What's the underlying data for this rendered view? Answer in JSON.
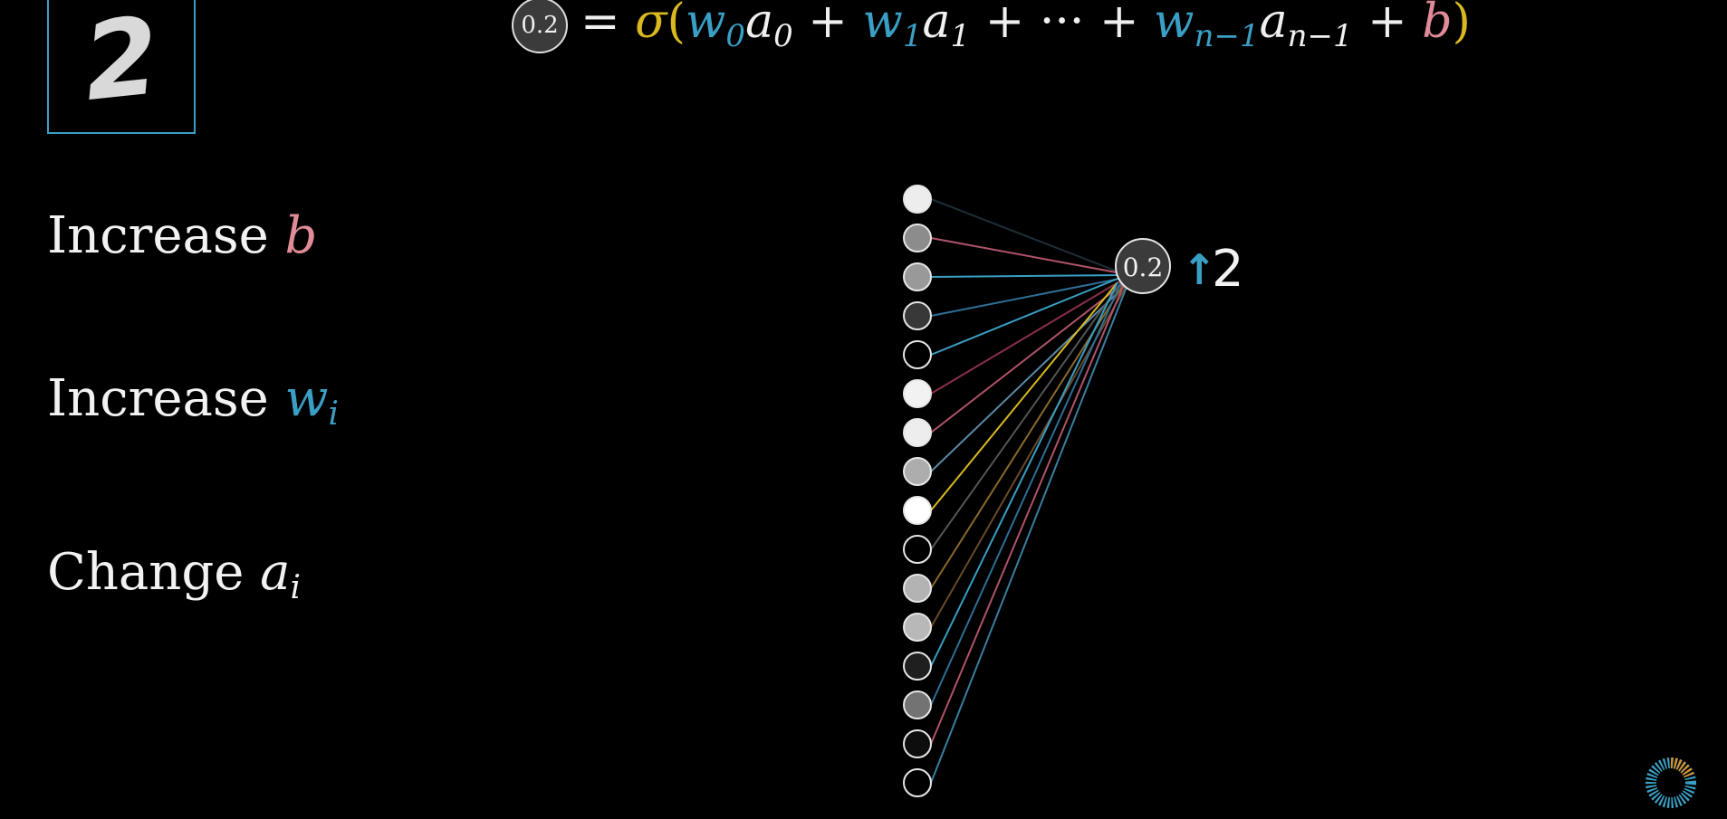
{
  "digit": {
    "label": "2"
  },
  "equation": {
    "node_value": "0.2",
    "equals": "=",
    "sigma": "σ",
    "open_paren": "(",
    "close_paren": ")",
    "w0": "w",
    "w0_sub": "0",
    "a0": "a",
    "a0_sub": "0",
    "plus1": "+",
    "w1": "w",
    "w1_sub": "1",
    "a1": "a",
    "a1_sub": "1",
    "plus2": "+",
    "dots": "···",
    "plus3": "+",
    "wn": "w",
    "wn_sub": "n−1",
    "an": "a",
    "an_sub": "n−1",
    "plus4": "+",
    "b": "b"
  },
  "actions": [
    {
      "prefix": "Increase ",
      "var": "b",
      "sub": "",
      "color": "#e08b97"
    },
    {
      "prefix": "Increase ",
      "var": "w",
      "sub": "i",
      "color": "#3a9fc4"
    },
    {
      "prefix": "Change ",
      "var": "a",
      "sub": "i",
      "color": "#f2f2f2"
    }
  ],
  "network": {
    "output_node_value": "0.2",
    "arrow": "↑",
    "target_label": "2",
    "input_activations": [
      0.93,
      0.55,
      0.6,
      0.22,
      0.0,
      0.95,
      0.93,
      0.68,
      1.0,
      0.0,
      0.7,
      0.72,
      0.12,
      0.45,
      0.05,
      0.0
    ],
    "edge_colors": [
      "#1f2e38",
      "#b0546a",
      "#3a9fc4",
      "#2e6f96",
      "#3a9fc4",
      "#8a2f4a",
      "#b0546a",
      "#5a8aa8",
      "#d9b91f",
      "#555555",
      "#8a6a2a",
      "#6a4a2a",
      "#3a9fc4",
      "#2e6f96",
      "#b0546a",
      "#3a7fa0"
    ]
  },
  "colors": {
    "background": "#000000",
    "weight_blue": "#3a9fc4",
    "bias_pink": "#e08b97",
    "sigma_yellow": "#d9b91f"
  }
}
